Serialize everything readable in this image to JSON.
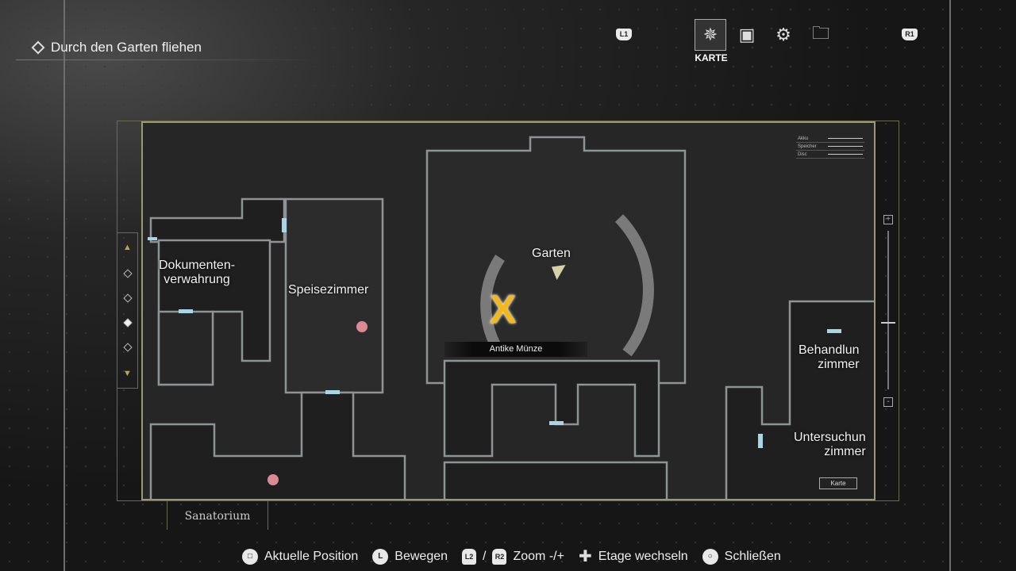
{
  "objective": "Durch den Garten fliehen",
  "tabs": {
    "left_bumper": "L1",
    "right_bumper": "R1",
    "active_label": "KARTE",
    "items": [
      {
        "icon": "compass-icon"
      },
      {
        "icon": "backpack-icon"
      },
      {
        "icon": "gears-icon"
      },
      {
        "icon": "folder-icon"
      }
    ]
  },
  "legend": [
    {
      "label": "Akku"
    },
    {
      "label": "Speicher"
    },
    {
      "label": "Disc"
    }
  ],
  "rooms": {
    "dokumente": "Dokumenten-\nverwahrung",
    "speise": "Speisezimmer",
    "garten": "Garten",
    "behandlung": "Behandlun\nzimmer",
    "untersuchung": "Untersuchun\nzimmer"
  },
  "item": {
    "marker": "X",
    "label": "Antike Münze",
    "color": "#f3b81a"
  },
  "area": "Sanatorium",
  "map_button": "Karte",
  "zoom": {
    "plus": "+",
    "minus": "-"
  },
  "footer": {
    "position": "Aktuelle Position",
    "move": "Bewegen",
    "l2": "L2",
    "slash": "/",
    "r2": "R2",
    "zoom": "Zoom -/+",
    "floor": "Etage wechseln",
    "close": "Schließen",
    "l_stick": "L"
  }
}
